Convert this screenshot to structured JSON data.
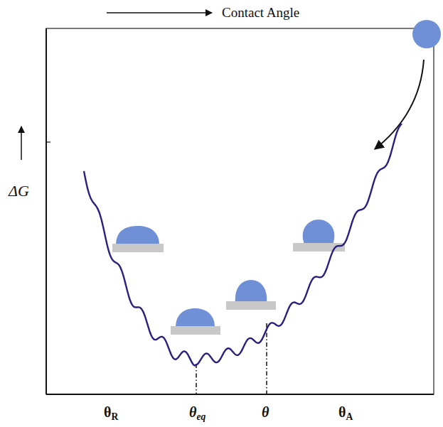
{
  "diagram": {
    "labels": [
      "Contact Angle",
      "ΔG",
      "θR",
      "θeq",
      "θ",
      "θA"
    ]
  }
}
